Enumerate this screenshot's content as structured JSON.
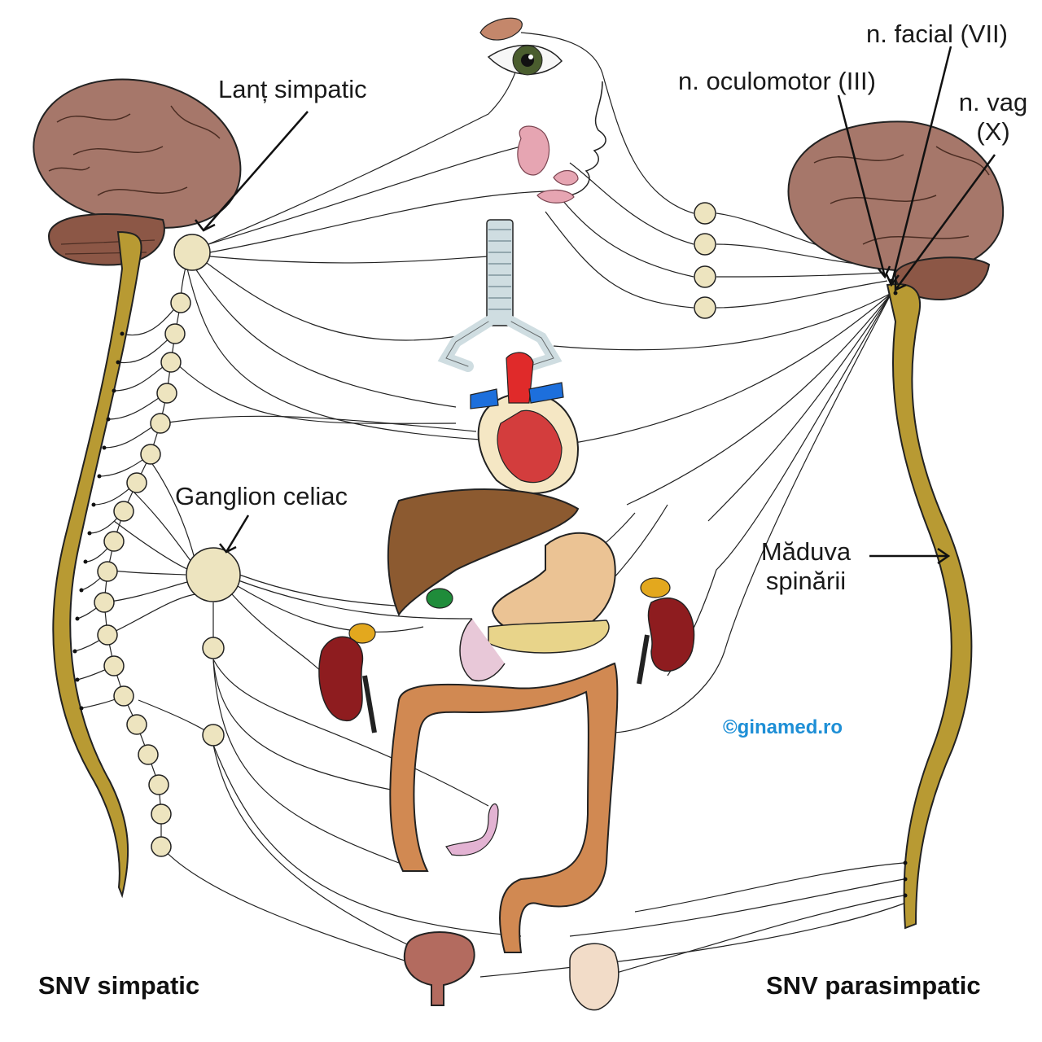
{
  "labels": {
    "lant_simpatic": "Lanț simpatic",
    "ganglion_celiac": "Ganglion celiac",
    "n_oculomotor": "n. oculomotor (III)",
    "n_facial": "n. facial (VII)",
    "n_vag_line1": "n. vag",
    "n_vag_line2": "(X)",
    "maduva_line1": "Măduva",
    "maduva_line2": "spinării"
  },
  "titles": {
    "left": "SNV simpatic",
    "right": "SNV parasimpatic"
  },
  "watermark": "©ginamed.ro",
  "colors": {
    "brain": "#a6776a",
    "cerebellum": "#8c5746",
    "spinal_cord": "#b89a33",
    "ganglion": "#ede4bf",
    "liver": "#8c5a30",
    "kidney": "#8e1c1f",
    "intestine": "#d18952",
    "stomach": "#ebc394",
    "pancreas": "#e8d48a",
    "lung": "#cfdde1",
    "heart_red": "#e02a2a",
    "heart_blue": "#1d6fdc",
    "watermark": "#1e8fd6"
  }
}
